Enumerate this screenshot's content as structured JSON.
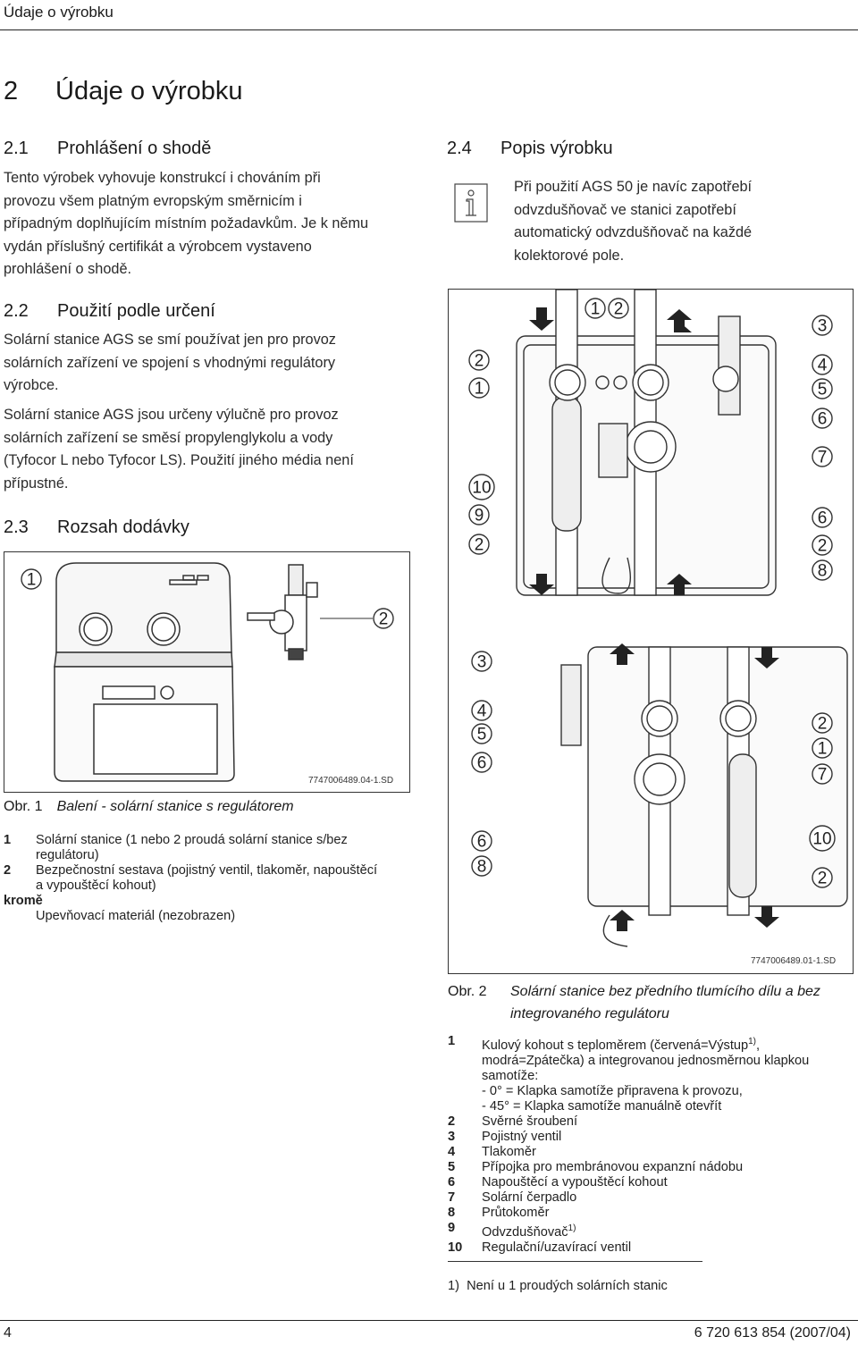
{
  "header": {
    "title": "Údaje o výrobku"
  },
  "chapter": {
    "number": "2",
    "title": "Údaje o výrobku"
  },
  "s21": {
    "number": "2.1",
    "title": "Prohlášení o shodě",
    "lines": [
      "Tento výrobek vyhovuje konstrukcí i chováním při",
      "provozu všem platným evropským směrnicím i",
      "případným doplňujícím místním požadavkům. Je k němu",
      "vydán příslušný certifikát a výrobcem vystaveno",
      "prohlášení o shodě."
    ]
  },
  "s22": {
    "number": "2.2",
    "title": "Použití podle určení",
    "p1": [
      "Solární stanice AGS se smí používat jen pro provoz",
      "solárních zařízení ve spojení s vhodnými regulátory",
      "výrobce."
    ],
    "p2": [
      "Solární stanice AGS jsou určeny výlučně pro provoz",
      "solárních zařízení se směsí propylenglykolu a vody",
      "(Tyfocor L nebo Tyfocor LS). Použití jiného média není",
      "přípustné."
    ]
  },
  "s23": {
    "number": "2.3",
    "title": "Rozsah dodávky"
  },
  "fig1": {
    "code": "7747006489.04-1.SD",
    "callouts": [
      "1",
      "2"
    ],
    "caption_label": "Obr. 1",
    "caption_text": "Balení - solární stanice s regulátorem",
    "legend": [
      {
        "key": "1",
        "text": "Solární stanice (1 nebo 2 proudá solární stanice s/bez",
        "text2": "regulátoru)"
      },
      {
        "key": "2",
        "text": "Bezpečnostní sestava (pojistný ventil, tlakoměr, napouštěcí",
        "text2": "a vypouštěcí kohout)"
      },
      {
        "key": "kromě",
        "text": "",
        "text2": ""
      },
      {
        "key": "",
        "text": "Upevňovací materiál (nezobrazen)",
        "text2": ""
      }
    ]
  },
  "s24": {
    "number": "2.4",
    "title": "Popis výrobku",
    "note": [
      "Při použití AGS 50 je navíc zapotřebí",
      "odvzdušňovač ve stanici zapotřebí",
      "automatický odvzdušňovač na každé",
      "kolektorové pole."
    ]
  },
  "fig2": {
    "code": "7747006489.01-1.SD",
    "top_left_callouts": [
      "2",
      "1",
      "10",
      "9",
      "2"
    ],
    "top_center_callouts": [
      "1",
      "2"
    ],
    "top_right_callouts": [
      "3",
      "4",
      "5",
      "6",
      "7",
      "6",
      "2",
      "8"
    ],
    "bottom_left_callouts": [
      "3",
      "4",
      "5",
      "6",
      "6",
      "8"
    ],
    "bottom_right_callouts": [
      "2",
      "1",
      "7",
      "10",
      "2"
    ],
    "caption_label": "Obr. 2",
    "caption_line1": "Solární stanice bez předního tlumícího dílu a bez",
    "caption_line2": "integrovaného regulátoru"
  },
  "legend2": [
    {
      "key": "1",
      "lines": [
        "Kulový kohout s teploměrem (červená=Výstup",
        "modrá=Zpátečka) a integrovanou jednosměrnou klapkou",
        "samotíže:",
        "- 0° = Klapka samotíže připravena k provozu,",
        "- 45° = Klapka samotíže manuálně otevřít"
      ],
      "sup": "1)"
    },
    {
      "key": "2",
      "lines": [
        "Svěrné šroubení"
      ]
    },
    {
      "key": "3",
      "lines": [
        "Pojistný ventil"
      ]
    },
    {
      "key": "4",
      "lines": [
        "Tlakoměr"
      ]
    },
    {
      "key": "5",
      "lines": [
        "Přípojka pro membránovou expanzní nádobu"
      ]
    },
    {
      "key": "6",
      "lines": [
        "Napouštěcí a vypouštěcí kohout"
      ]
    },
    {
      "key": "7",
      "lines": [
        "Solární čerpadlo"
      ]
    },
    {
      "key": "8",
      "lines": [
        "Průtokoměr"
      ]
    },
    {
      "key": "9",
      "lines": [
        "Odvzdušňovač"
      ],
      "sup": "1)"
    },
    {
      "key": "10",
      "lines": [
        "Regulační/uzavírací ventil"
      ]
    }
  ],
  "footnote": {
    "mark": "1)",
    "text": "Není u 1 proudých solárních stanic"
  },
  "footer": {
    "page": "4",
    "doc": "6 720 613 854 (2007/04)"
  }
}
